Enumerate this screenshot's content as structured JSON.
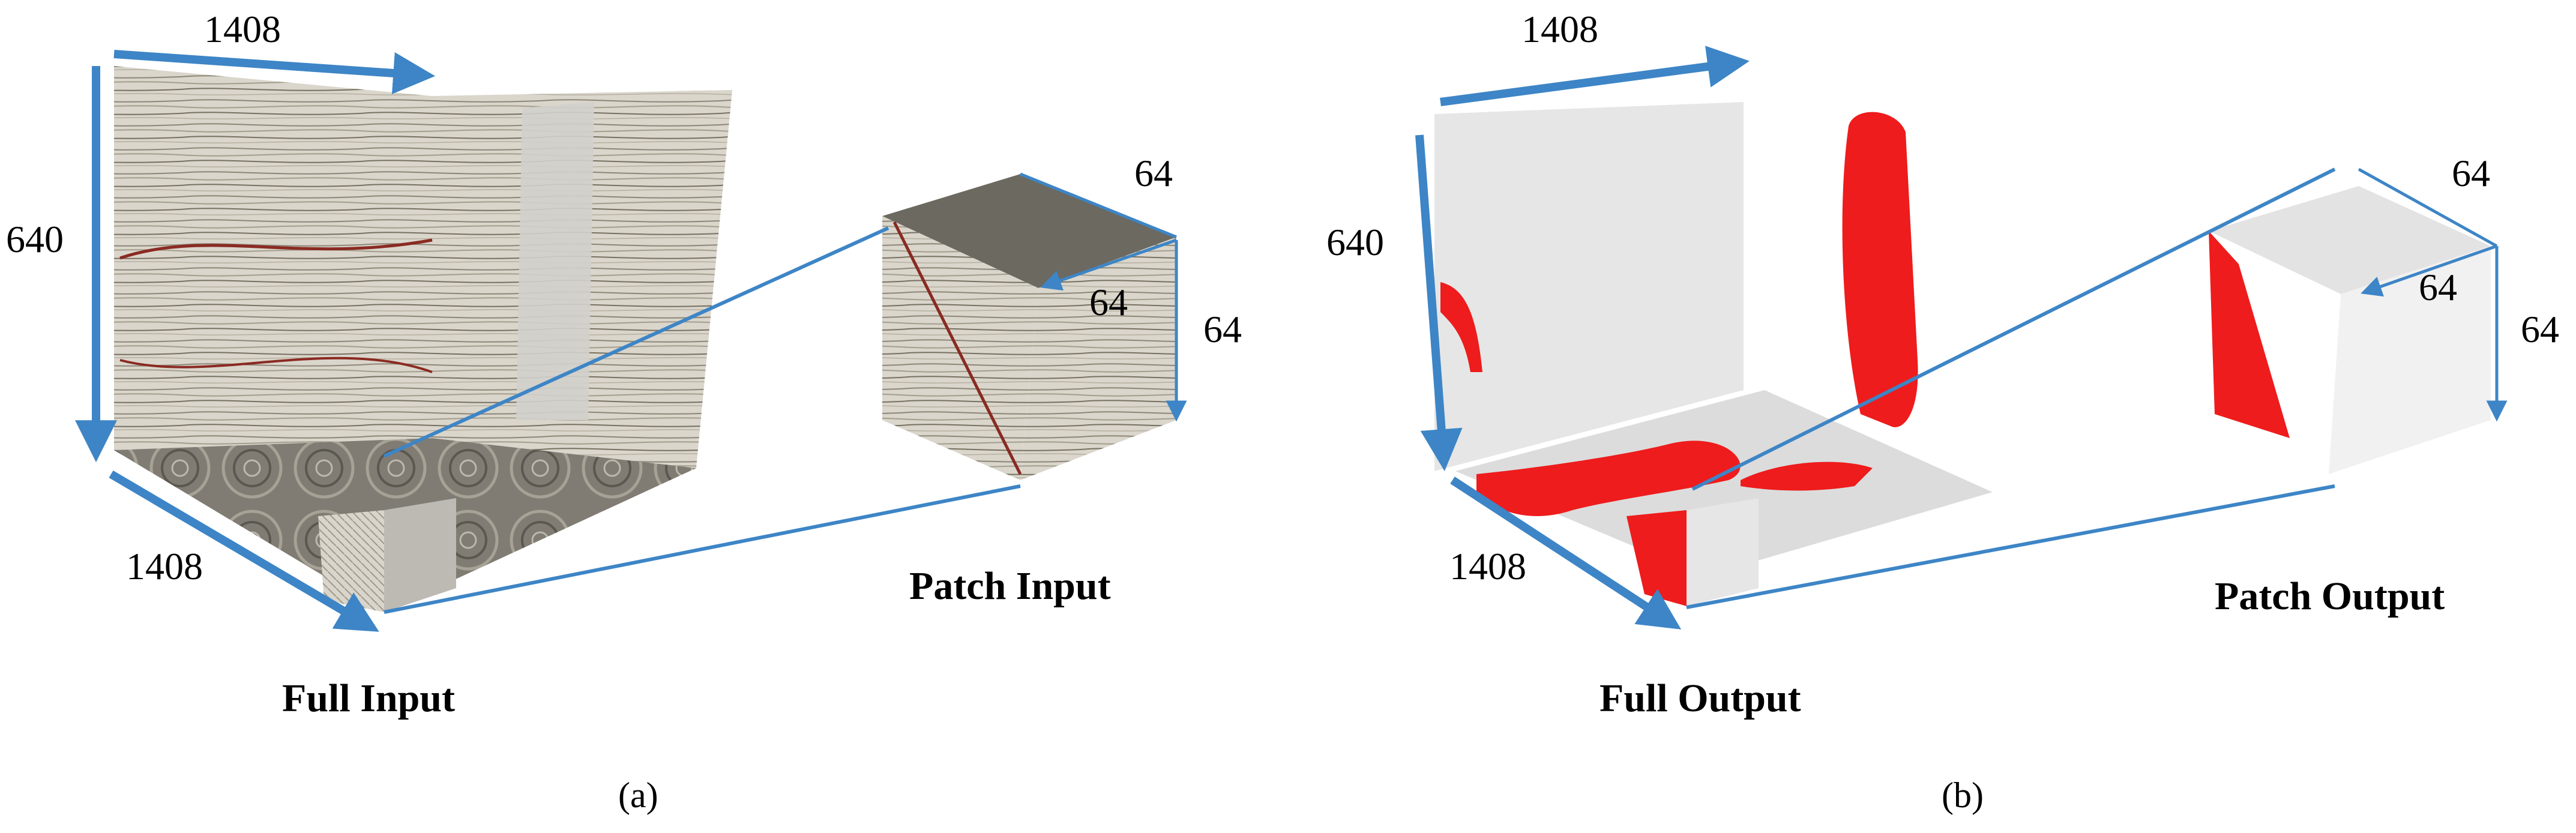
{
  "panel_a": {
    "dims": {
      "full_top": "1408",
      "full_left": "640",
      "full_bottom": "1408",
      "patch_top": "64",
      "patch_inner": "64",
      "patch_right": "64"
    },
    "full_caption": "Full Input",
    "patch_caption": "Patch Input",
    "sublabel": "(a)"
  },
  "panel_b": {
    "dims": {
      "full_top": "1408",
      "full_left": "640",
      "full_bottom": "1408",
      "patch_top": "64",
      "patch_inner": "64",
      "patch_right": "64"
    },
    "full_caption": "Full Output",
    "patch_caption": "Patch Output",
    "sublabel": "(b)"
  },
  "colors": {
    "arrow": "#3d85c6",
    "seismic": "#d8d4cc",
    "mask_red": "#ee1c1c",
    "mask_bg": "#e6e6e6"
  }
}
